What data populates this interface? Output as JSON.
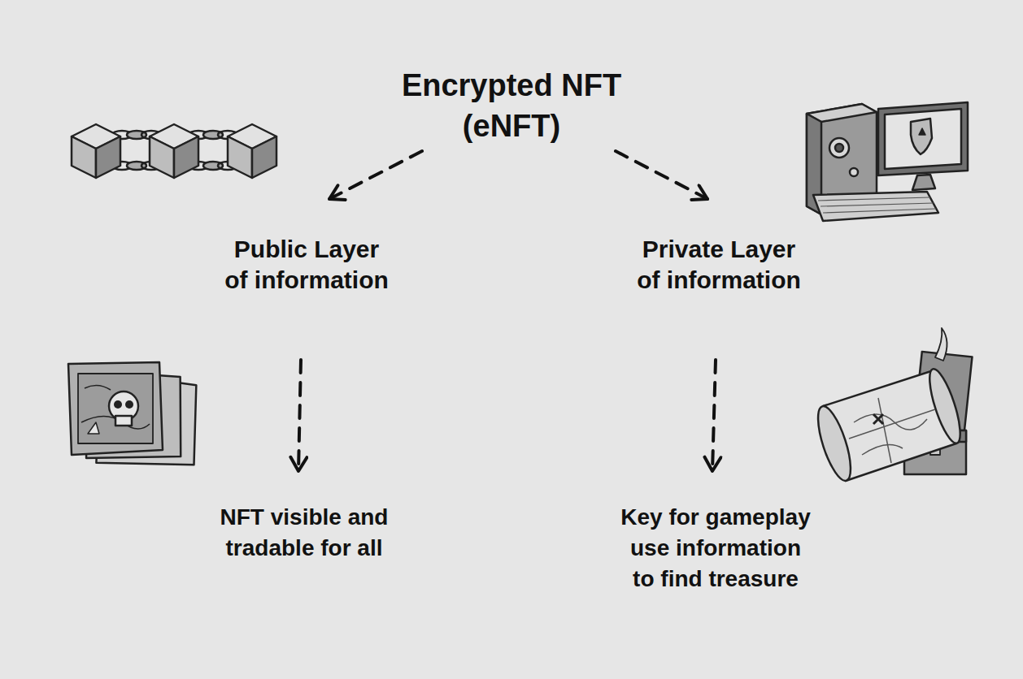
{
  "diagram": {
    "nodes": [
      {
        "text": [
          "Encrypted NFT (eNFT)"
        ]
      },
      {
        "text": [
          "Public Layer of information"
        ]
      },
      {
        "text": [
          "Private Layer of information"
        ]
      },
      {
        "text": [
          "NFT visible and tradable for all"
        ]
      },
      {
        "text": [
          "Key for gameplay use information to find treasure"
        ]
      }
    ],
    "edges": [
      {
        "from": 0,
        "to": 1,
        "arrow": "to"
      },
      {
        "from": 0,
        "to": 2,
        "arrow": "to"
      },
      {
        "from": 1,
        "to": 3,
        "arrow": "to"
      },
      {
        "from": 2,
        "to": 4,
        "arrow": "to"
      }
    ]
  }
}
